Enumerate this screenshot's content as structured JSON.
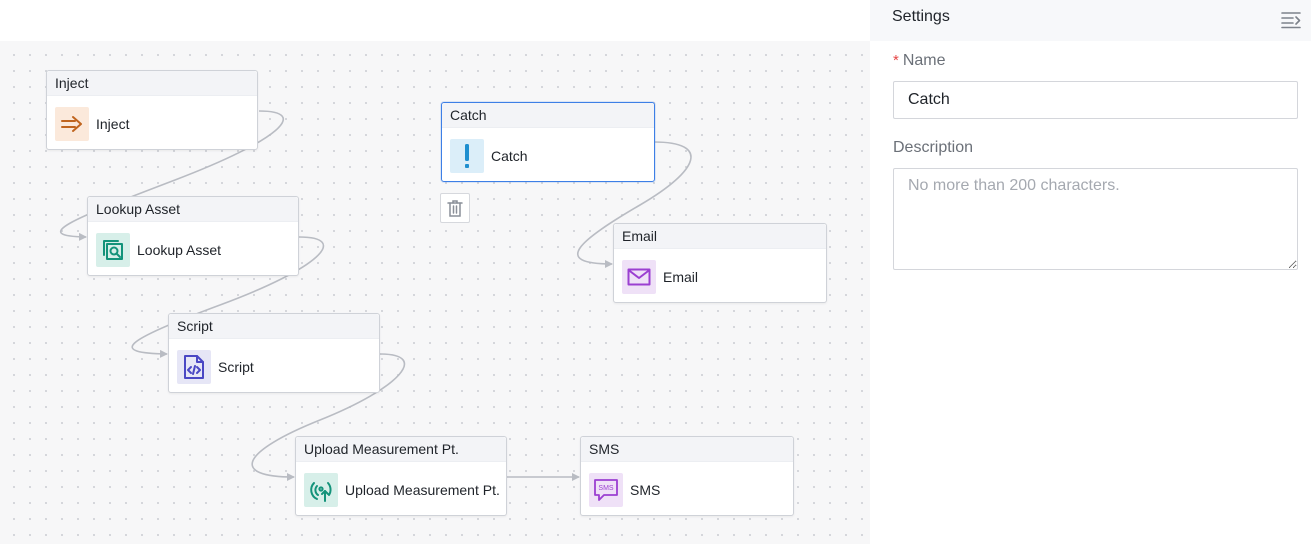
{
  "canvas": {
    "nodes": [
      {
        "id": "inject",
        "title": "Inject",
        "label": "Inject",
        "icon": "inject-arrow-icon",
        "icon_bg": "#fbe9db",
        "icon_color": "#c0651f"
      },
      {
        "id": "lookup-asset",
        "title": "Lookup Asset",
        "label": "Lookup Asset",
        "icon": "lookup-asset-icon",
        "icon_bg": "#d7efe9",
        "icon_color": "#13937a"
      },
      {
        "id": "script",
        "title": "Script",
        "label": "Script",
        "icon": "script-code-icon",
        "icon_bg": "#e6e6f6",
        "icon_color": "#4a47c4"
      },
      {
        "id": "upload-measurement",
        "title": "Upload Measurement Pt.",
        "label": "Upload Measurement Pt.",
        "icon": "upload-measurement-icon",
        "icon_bg": "#d7efe9",
        "icon_color": "#13937a"
      },
      {
        "id": "sms",
        "title": "SMS",
        "label": "SMS",
        "icon": "sms-icon",
        "icon_bg": "#efe1f7",
        "icon_color": "#9b3fd1",
        "icon_text": "SMS"
      },
      {
        "id": "catch",
        "title": "Catch",
        "label": "Catch",
        "icon": "catch-exclamation-icon",
        "icon_bg": "#dbeef9",
        "icon_color": "#1f8fcf",
        "selected": true
      },
      {
        "id": "email",
        "title": "Email",
        "label": "Email",
        "icon": "email-envelope-icon",
        "icon_bg": "#efe1f7",
        "icon_color": "#9b3fd1"
      }
    ],
    "trash_icon": "trash-icon",
    "edge_color": "#b9bcc3",
    "selected_color": "#3d7fe6"
  },
  "settings": {
    "title": "Settings",
    "toggle_icon": "collapse-panel-icon",
    "name_label": "Name",
    "required_mark": "*",
    "name_value": "Catch",
    "description_label": "Description",
    "description_placeholder": "No more than 200 characters.",
    "description_value": ""
  }
}
